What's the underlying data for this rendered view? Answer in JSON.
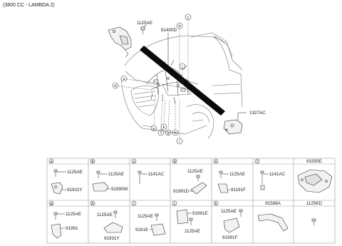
{
  "title": "(3800 CC - LAMBDA 2)",
  "main": {
    "labels": {
      "top_bolt": "1125AE",
      "harness": "91400D",
      "right_part": "1327AC"
    },
    "callouts": [
      "a",
      "b",
      "c",
      "d",
      "e",
      "f",
      "g",
      "h",
      "i",
      "j",
      "k"
    ]
  },
  "table": {
    "row1": [
      {
        "letter": "a",
        "labels": [
          "1125AE",
          "91932Y"
        ]
      },
      {
        "letter": "b",
        "labels": [
          "1125AE",
          "91990W"
        ]
      },
      {
        "letter": "c",
        "labels": [
          "1141AC"
        ]
      },
      {
        "letter": "d",
        "labels": [
          "1125AE",
          "91991D"
        ]
      },
      {
        "letter": "e",
        "labels": [
          "1125AE",
          "91191F"
        ]
      },
      {
        "letter": "f",
        "labels": [
          "1141AC"
        ]
      },
      {
        "header": "91505E"
      }
    ],
    "row2": [
      {
        "letter": "g",
        "labels": [
          "1125AE",
          "91991"
        ]
      },
      {
        "letter": "h",
        "labels": [
          "1125AE",
          "91931Y"
        ]
      },
      {
        "letter": "i",
        "labels": [
          "1125AE",
          "91818"
        ]
      },
      {
        "letter": "j",
        "labels": [
          "91991E",
          "1125AE"
        ]
      },
      {
        "letter": "k",
        "labels": [
          "1125AE",
          "91991F"
        ]
      },
      {
        "header": "91588A"
      },
      {
        "header": "1125KD"
      }
    ]
  }
}
